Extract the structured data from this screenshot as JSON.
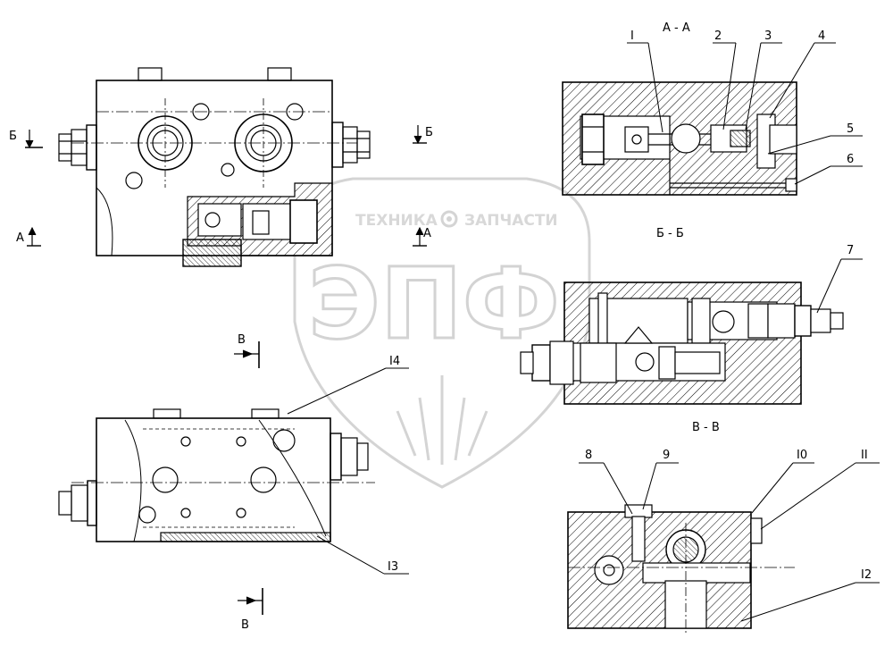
{
  "watermark": {
    "brand_left": "ТЕХНИКА",
    "brand_right": "ЗАПЧАСТИ",
    "logo": "ЭПФ",
    "gear_icon": "gear-icon"
  },
  "views": {
    "top_left": {
      "arrow_b_left": "Б",
      "arrow_b_right": "Б",
      "arrow_a_left": "А",
      "arrow_a_right": "А"
    },
    "bottom_left": {
      "arrow_v_top": "В",
      "arrow_v_bottom": "В"
    },
    "section_aa": {
      "title": "А - А"
    },
    "section_bb": {
      "title": "Б - Б"
    },
    "section_vv": {
      "title": "В - В"
    }
  },
  "callouts": {
    "c1": "I",
    "c2": "2",
    "c3": "3",
    "c4": "4",
    "c5": "5",
    "c6": "6",
    "c7": "7",
    "c8": "8",
    "c9": "9",
    "c10": "I0",
    "c11": "II",
    "c12": "I2",
    "c13": "I3",
    "c14": "I4"
  }
}
